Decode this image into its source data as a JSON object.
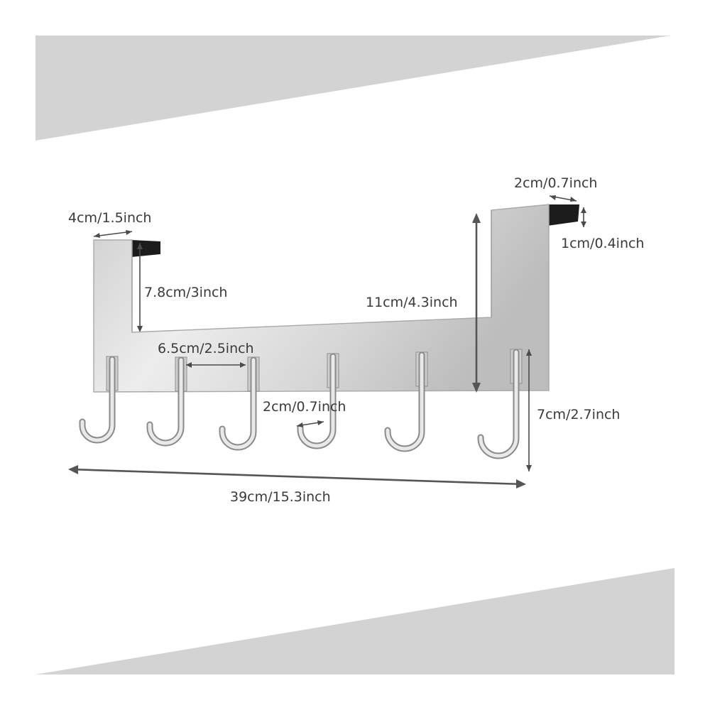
{
  "product": {
    "colors": {
      "background": "#ffffff",
      "band": "#d3d3d3",
      "steel_light": "#e6e6e6",
      "steel_dark": "#a9a9a9",
      "tab": "#1c1c1c",
      "dimension_line": "#4a4a4a",
      "label": "#3a3a3a"
    },
    "hook_count": 6
  },
  "dimensions": {
    "left_tab_width": "4cm/1.5inch",
    "left_drop_height": "7.8cm/3inch",
    "hook_spacing": "6.5cm/2.5inch",
    "hook_depth": "2cm/0.7inch",
    "right_tab_width": "2cm/0.7inch",
    "right_tab_thickness": "1cm/0.4inch",
    "right_height": "11cm/4.3inch",
    "hook_length": "7cm/2.7inch",
    "total_width": "39cm/15.3inch"
  }
}
